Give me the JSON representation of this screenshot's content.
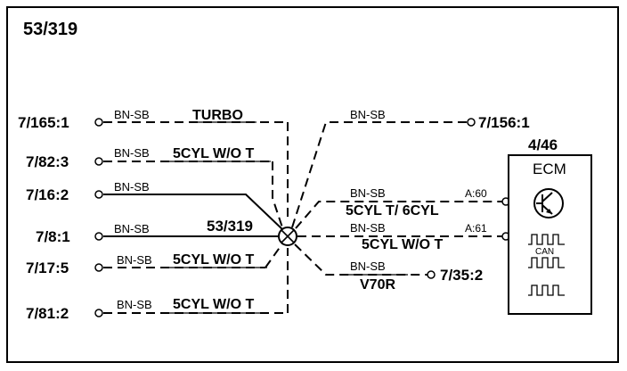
{
  "diagram_title": "53/319",
  "splice_label": "53/319",
  "wire_color": "BN-SB",
  "connectors": [
    {
      "id": "7/165:1",
      "note": "TURBO"
    },
    {
      "id": "7/82:3",
      "note": "5CYL W/O T"
    },
    {
      "id": "7/16:2",
      "note": ""
    },
    {
      "id": "7/8:1",
      "note": ""
    },
    {
      "id": "7/17:5",
      "note": "5CYL W/O T"
    },
    {
      "id": "7/81:2",
      "note": "5CYL W/O T"
    }
  ],
  "right_top": {
    "id": "7/156:1",
    "wire": "BN-SB"
  },
  "ecm": {
    "ref": "4/46",
    "name": "ECM",
    "can_label": "CAN",
    "pin_a": {
      "pin": "A:60",
      "wire": "BN-SB",
      "note": "5CYL T/ 6CYL"
    },
    "pin_b": {
      "pin": "A:61",
      "wire": "BN-SB",
      "note": "5CYL W/O T"
    }
  },
  "right_bottom": {
    "id": "7/35:2",
    "wire": "BN-SB",
    "note": "V70R"
  }
}
